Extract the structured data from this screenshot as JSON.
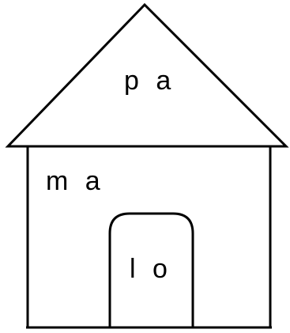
{
  "house": {
    "roof_syllable": "p a",
    "wall_syllable": "m a",
    "door_syllable": "l o"
  },
  "colors": {
    "line": "#000000",
    "background": "#ffffff"
  }
}
